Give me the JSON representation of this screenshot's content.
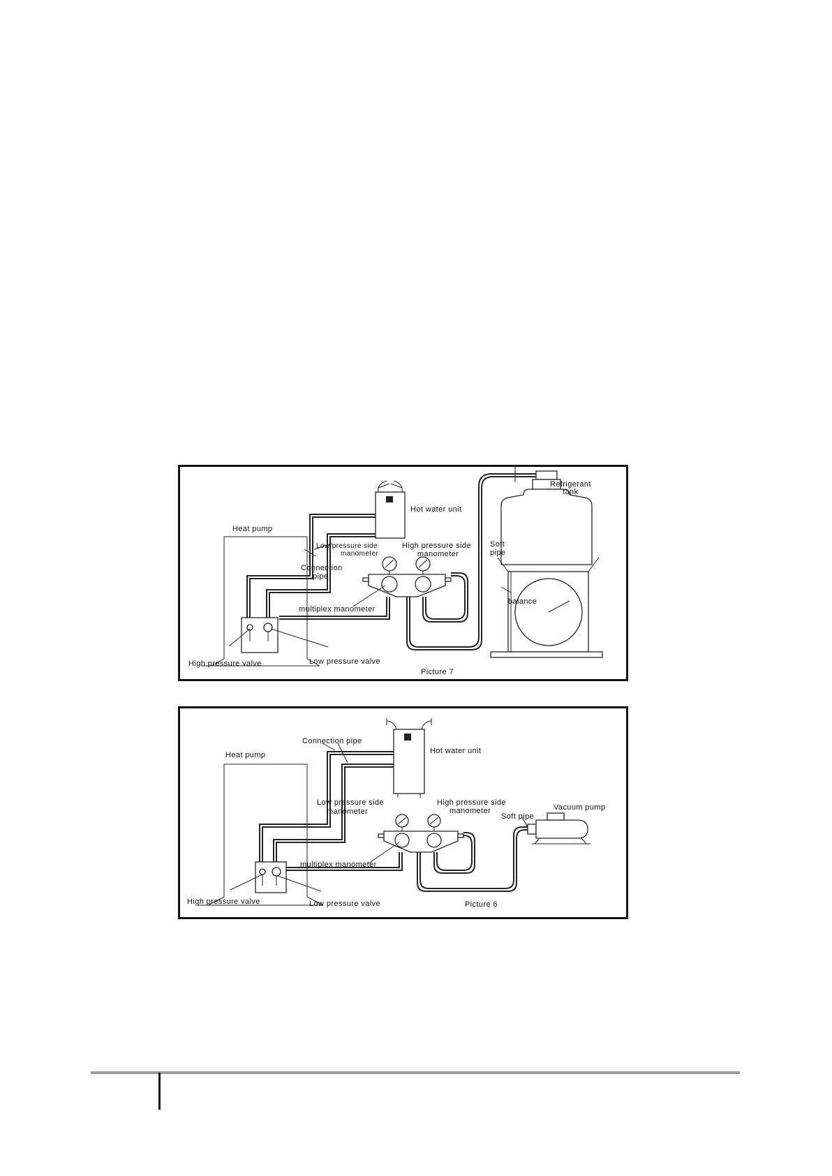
{
  "picture7": {
    "caption": "Picture 7",
    "labels": {
      "heat_pump": "Heat pump",
      "hot_water_unit": "Hot water unit",
      "low_side_1": "Low pressure side",
      "low_side_2": "manometer",
      "high_side_1": "High pressure side",
      "high_side_2": "manometer",
      "connection_1": "Connection",
      "connection_2": "pipe",
      "multiplex": "multiplex manometer",
      "refrigerant_1": "Refrigerant",
      "refrigerant_2": "tank",
      "soft_1": "Soft",
      "soft_2": "pipe",
      "balance": "balance",
      "high_valve": "High pressure valve",
      "low_valve": "Low pressure valve"
    }
  },
  "picture6": {
    "caption": "Picture 6",
    "labels": {
      "heat_pump": "Heat pump",
      "hot_water_unit": "Hot water unit",
      "connection_pipe": "Connection pipe",
      "low_side_1": "Low pressure side",
      "low_side_2": "manometer",
      "high_side_1": "High pressure side",
      "high_side_2": "manometer",
      "multiplex": "multiplex manometer",
      "soft_pipe": "Soft pipe",
      "vacuum_pump": "Vacuum pump",
      "high_valve": "High pressure valve",
      "low_valve": "Low pressure valve"
    }
  }
}
